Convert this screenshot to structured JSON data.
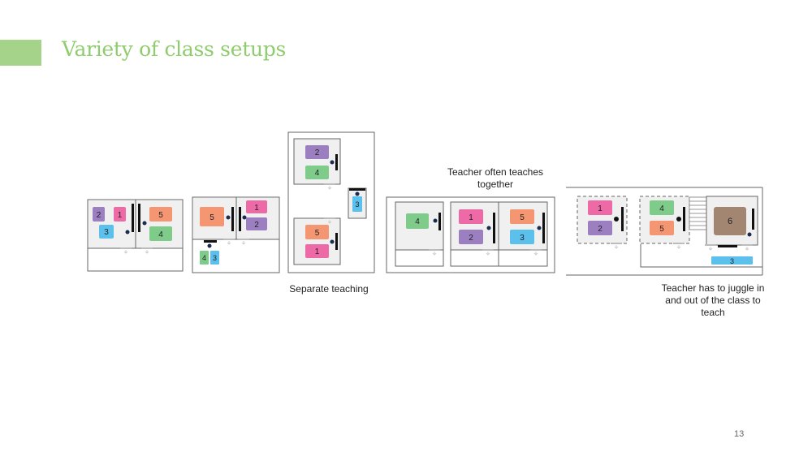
{
  "slide": {
    "title": "Variety of class setups",
    "page_number": "13",
    "accent_color": "#a6d38a",
    "title_color": "#8fcc6e"
  },
  "captions": {
    "separate_teaching": "Separate teaching",
    "teaches_together": "Teacher often teaches together",
    "juggle": "Teacher has to juggle in and out of the class to teach"
  },
  "group_colors": {
    "pink": "#ee6aa7",
    "purple": "#9b7fc0",
    "blue": "#5bc0eb",
    "orange": "#f59673",
    "green": "#7ecb8a",
    "brown": "#a38672"
  },
  "group_labels": {
    "one": "1",
    "two": "2",
    "three": "3",
    "four": "4",
    "five": "5",
    "six": "6"
  }
}
